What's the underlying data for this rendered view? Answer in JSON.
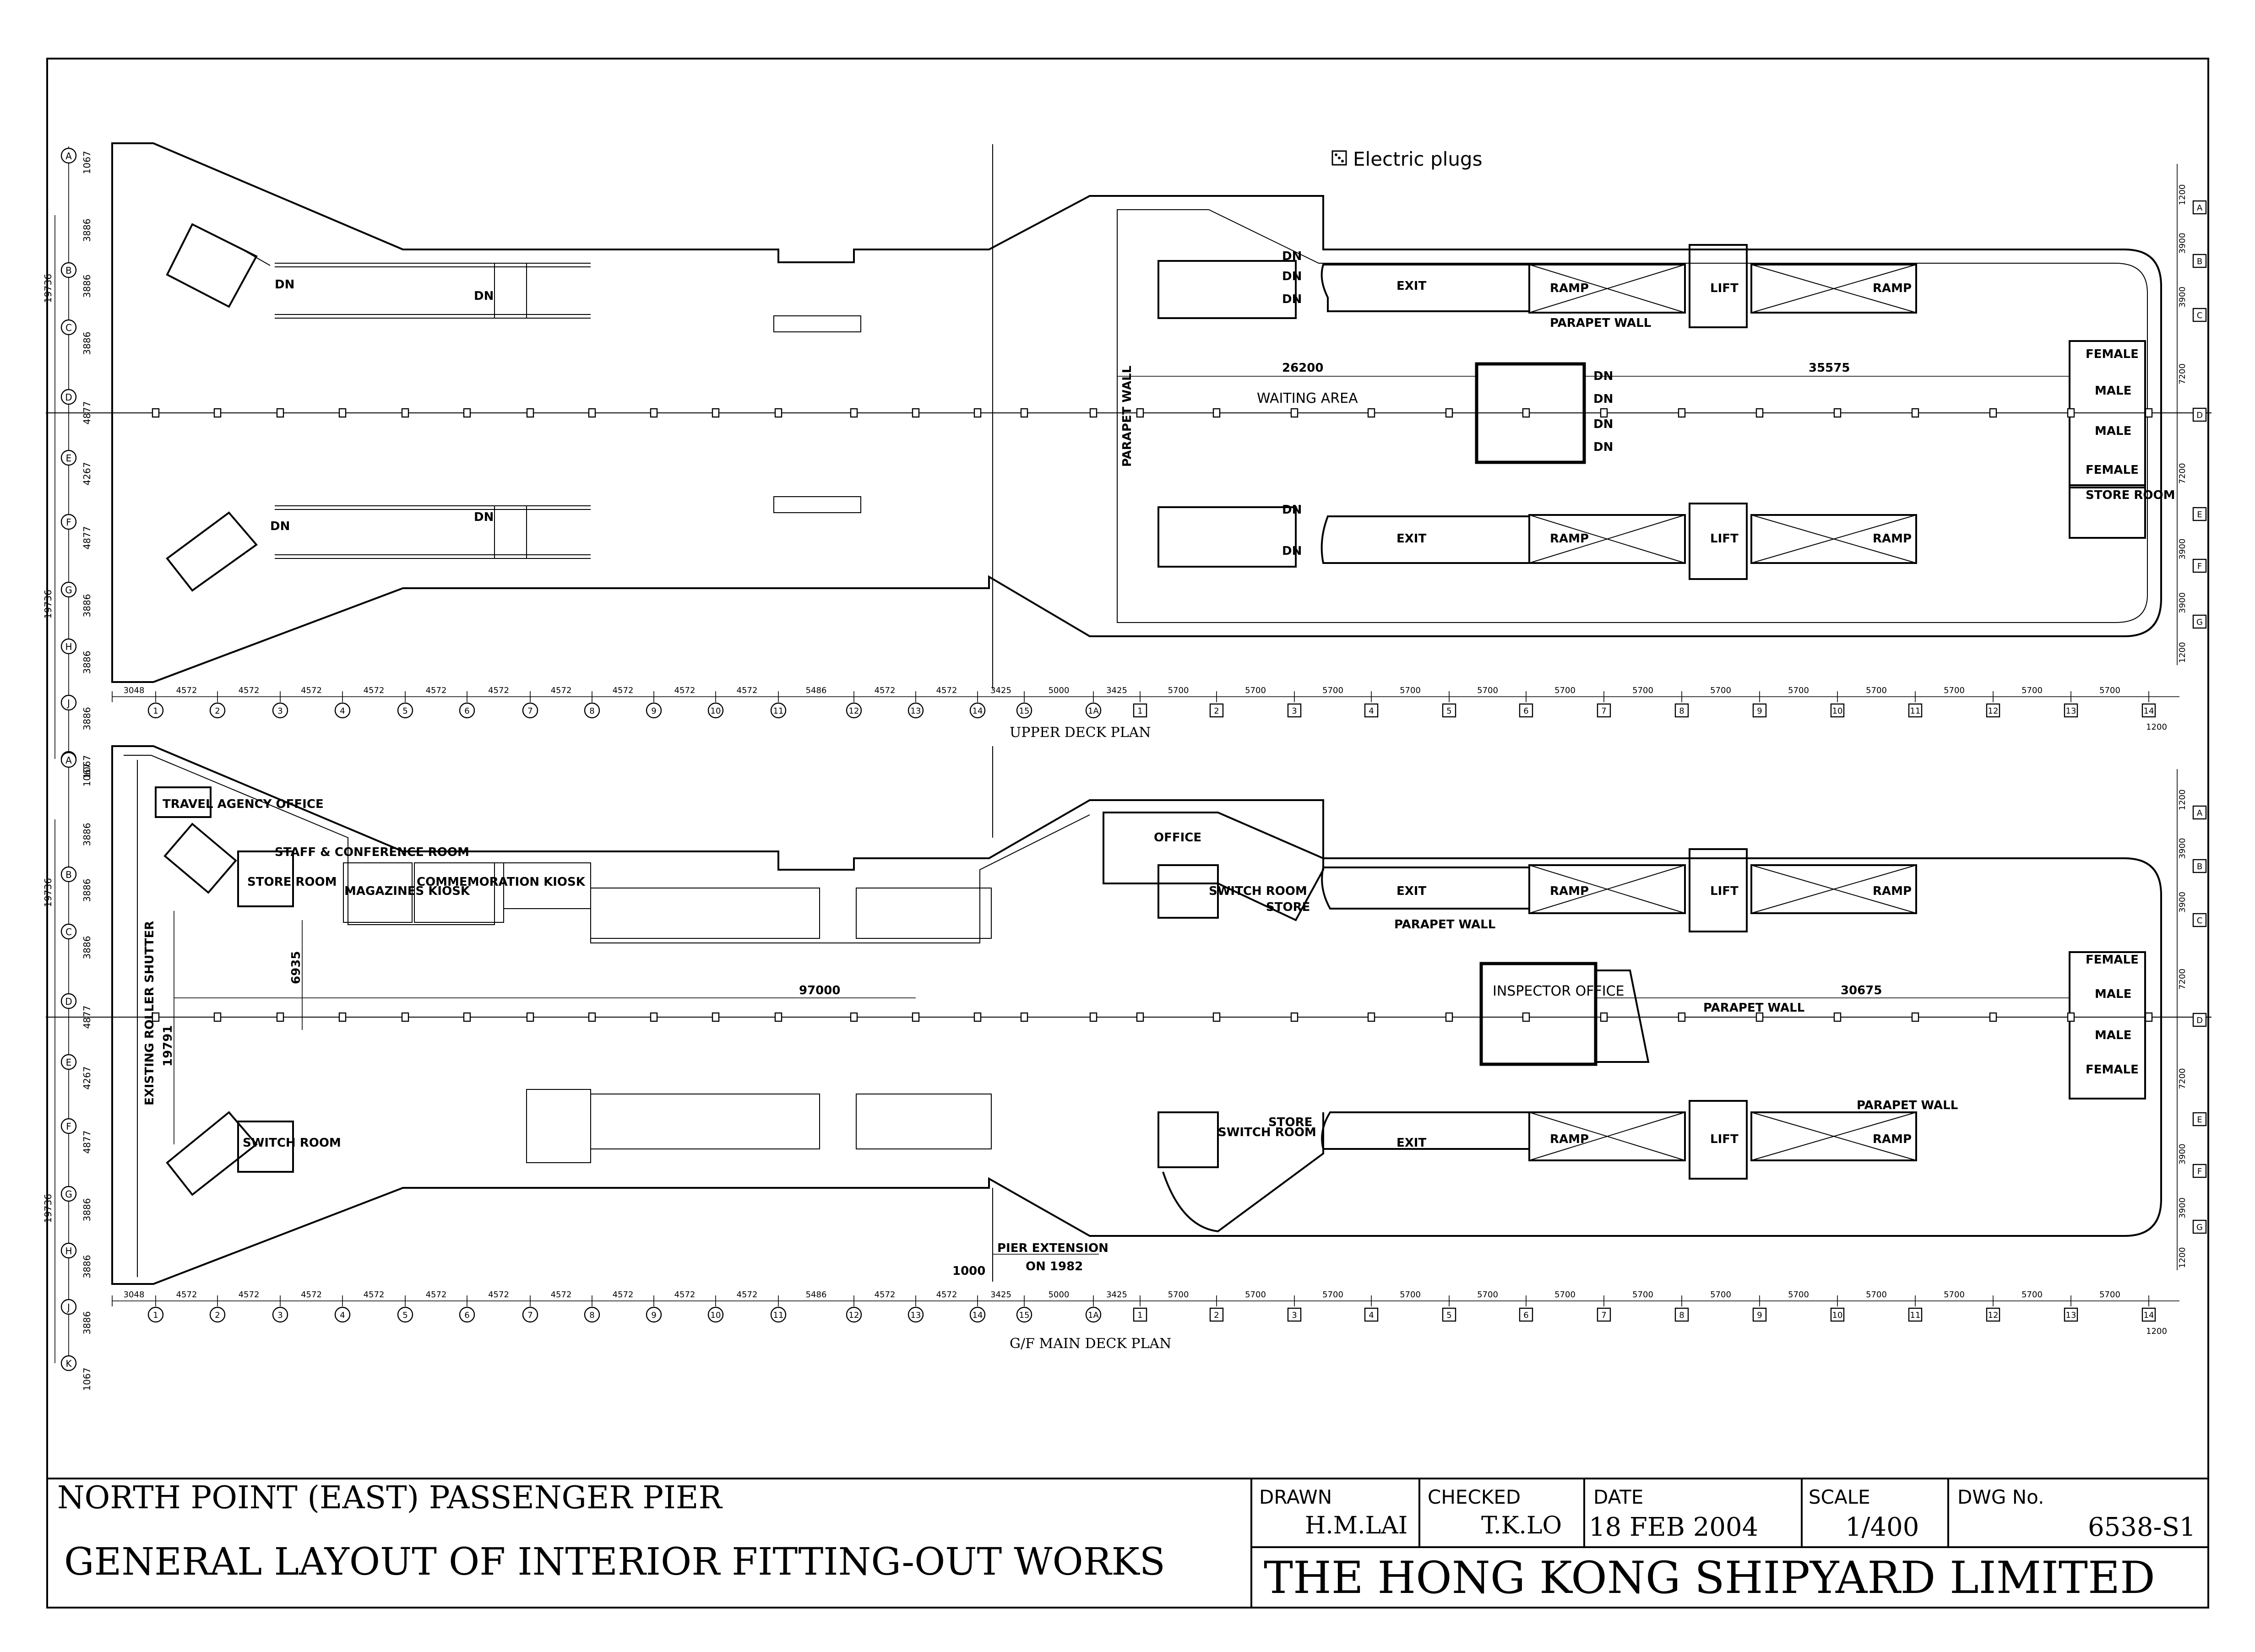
{
  "legend": {
    "symbol": "⚀",
    "label": "Electric plugs"
  },
  "upper_deck": {
    "title": "UPPER DECK PLAN",
    "rooms": [
      "EXIT",
      "RAMP",
      "LIFT",
      "RAMP",
      "PARAPET WALL",
      "WAITING AREA",
      "PARAPET WALL",
      "EXIT",
      "RAMP",
      "LIFT",
      "RAMP",
      "FEMALE",
      "MALE",
      "MALE",
      "FEMALE",
      "STORE ROOM"
    ],
    "stairs": [
      "DN",
      "DN",
      "DN",
      "DN",
      "DN",
      "DN",
      "DN",
      "DN",
      "DN",
      "DN",
      "DN",
      "DN",
      "DN"
    ],
    "dims": [
      "26200",
      "35575"
    ]
  },
  "main_deck": {
    "title": "G/F MAIN DECK PLAN",
    "rooms": [
      "TRAVEL AGENCY OFFICE",
      "STAFF & CONFERENCE ROOM",
      "STORE ROOM",
      "MAGAZINES KIOSK",
      "COMMEMORATION KIOSK",
      "OFFICE",
      "SWITCH ROOM",
      "STORE",
      "EXIT",
      "RAMP",
      "LIFT",
      "RAMP",
      "PARAPET WALL",
      "INSPECTOR OFFICE",
      "PARAPET WALL",
      "SWITCH ROOM",
      "SWITCH ROOM",
      "STORE",
      "EXIT",
      "RAMP",
      "LIFT",
      "RAMP",
      "PARAPET WALL",
      "FEMALE",
      "MALE",
      "MALE",
      "FEMALE",
      "EXISTING ROLLER SHUTTER"
    ],
    "dims": [
      "6935",
      "97000",
      "19791",
      "30675",
      "1000"
    ],
    "pier_extension": [
      "PIER EXTENSION",
      "ON 1982"
    ]
  },
  "grid": {
    "row_labels": [
      "A",
      "B",
      "C",
      "D",
      "E",
      "F",
      "G",
      "H",
      "J",
      "K"
    ],
    "row_dims": [
      "1067",
      "3886",
      "3886",
      "3886",
      "4877",
      "4267",
      "4877",
      "3886",
      "3886",
      "3886",
      "1067"
    ],
    "side_dims": [
      "19736",
      "19736"
    ],
    "col_labels_left": [
      "1",
      "2",
      "3",
      "4",
      "5",
      "6",
      "7",
      "8",
      "9",
      "10",
      "11",
      "12",
      "13",
      "14",
      "15",
      "1A"
    ],
    "col_dims_left": [
      "3048",
      "4572",
      "4572",
      "4572",
      "4572",
      "4572",
      "4572",
      "4572",
      "4572",
      "4572",
      "4572",
      "5486",
      "4572",
      "4572",
      "3425",
      "5000",
      "3425"
    ],
    "col_labels_right": [
      "1",
      "2",
      "3",
      "4",
      "5",
      "6",
      "7",
      "8",
      "9",
      "10",
      "11",
      "12",
      "13",
      "14"
    ],
    "col_dims_right": [
      "5700",
      "5700",
      "5700",
      "5700",
      "5700",
      "5700",
      "5700",
      "5700",
      "5700",
      "5700",
      "5700",
      "5700",
      "5700"
    ],
    "end_dim": "1200",
    "right_row_labels": [
      "A",
      "B",
      "C",
      "D",
      "E",
      "F",
      "G"
    ],
    "right_row_dims": [
      "1200",
      "3900",
      "3900",
      "7200",
      "7200",
      "3900",
      "3900",
      "1200"
    ]
  },
  "title_block": {
    "project": "NORTH POINT (EAST) PASSENGER PIER",
    "drawing_title": "GENERAL LAYOUT OF INTERIOR FITTING-OUT WORKS",
    "drawn_label": "DRAWN",
    "drawn_value": "H.M.LAI",
    "checked_label": "CHECKED",
    "checked_value": "T.K.LO",
    "date_label": "DATE",
    "date_value": "18 FEB 2004",
    "scale_label": "SCALE",
    "scale_value": "1/400",
    "dwg_label": "DWG No.",
    "dwg_value": "6538-S1",
    "company": "THE HONG KONG SHIPYARD LIMITED"
  }
}
